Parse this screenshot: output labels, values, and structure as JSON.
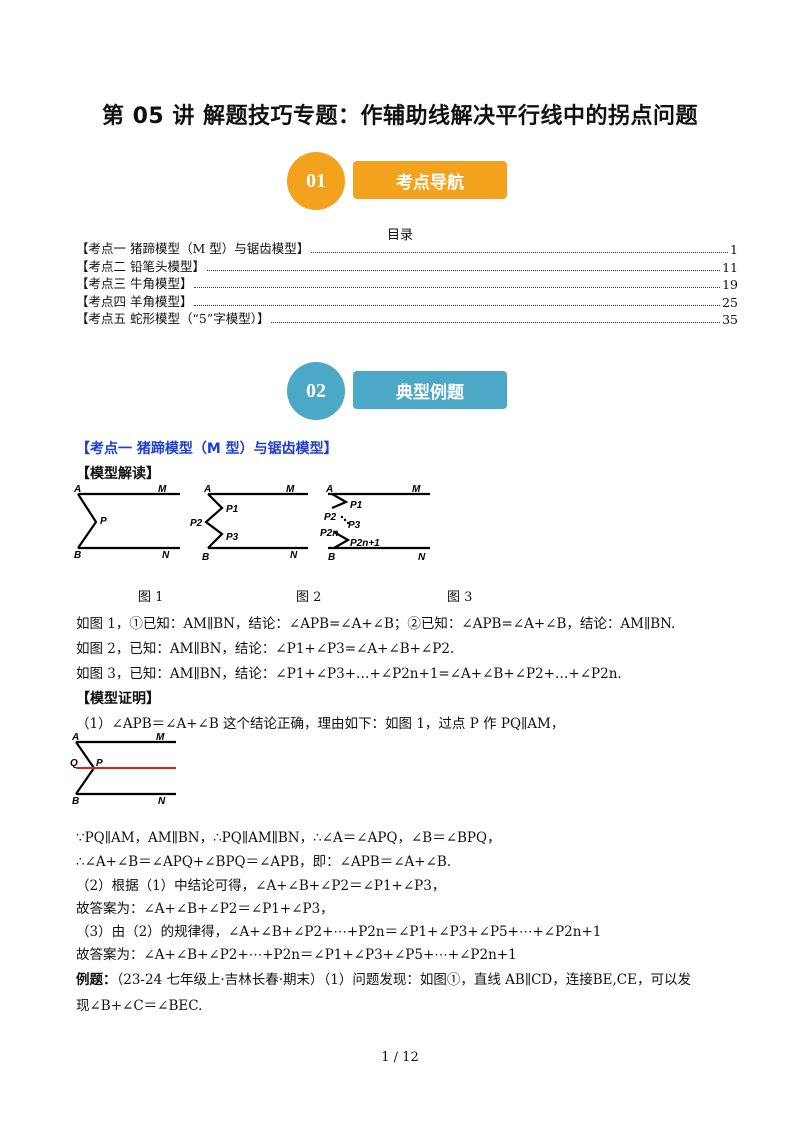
{
  "title": "第 05 讲  解题技巧专题：作辅助线解决平行线中的拐点问题",
  "banner1": {
    "num": "01",
    "label": "考点导航",
    "circle_color": "#f2a21d",
    "tab_color": "#f2a21d"
  },
  "banner2": {
    "num": "02",
    "label": "典型例题",
    "circle_color": "#4ba8c6",
    "tab_color": "#4ba8c6"
  },
  "toc": {
    "heading": "目录",
    "items": [
      {
        "text": "【考点一  猪蹄模型（M 型）与锯齿模型】",
        "page": "1"
      },
      {
        "text": "【考点二  铅笔头模型】",
        "page": "11"
      },
      {
        "text": "【考点三  牛角模型】",
        "page": "19"
      },
      {
        "text": "【考点四  羊角模型】",
        "page": "25"
      },
      {
        "text": "【考点五  蛇形模型（“5”字模型）】",
        "page": "35"
      }
    ]
  },
  "section1": {
    "title": "【考点一  猪蹄模型（M 型）与锯齿模型】",
    "interpret_label": "【模型解读】",
    "fig_captions": [
      "图 1",
      "图 2",
      "图 3"
    ],
    "fig_labels": {
      "A": "A",
      "M": "M",
      "B": "B",
      "N": "N",
      "P": "P",
      "Q": "Q",
      "P1": "P1",
      "P2": "P2",
      "P3": "P3",
      "P2n": "P2n",
      "P2n1": "P2n+1"
    },
    "line1": "如图 1，①已知：AM∥BN，结论：∠APB=∠A+∠B；②已知：∠APB=∠A+∠B，结论：AM∥BN.",
    "line2": "如图 2，已知：AM∥BN，结论：∠P1+∠P3=∠A+∠B+∠P2.",
    "line3": "如图 3，已知：AM∥BN，结论：∠P1+∠P3+…+∠P2n+1=∠A+∠B+∠P2+…+∠P2n.",
    "proof_label": "【模型证明】",
    "proof1": "（1）∠APB＝∠A+∠B 这个结论正确，理由如下：如图 1，过点 P 作 PQ∥AM，",
    "proof2": "∵PQ∥AM，AM∥BN，∴PQ∥AM∥BN，∴∠A＝∠APQ，∠B＝∠BPQ，",
    "proof3": "∴∠A+∠B＝∠APQ+∠BPQ＝∠APB，即：∠APB＝∠A+∠B.",
    "proof4": "（2）根据（1）中结论可得，∠A+∠B+∠P2＝∠P1+∠P3，",
    "proof5": "故答案为：∠A+∠B+∠P2＝∠P1+∠P3，",
    "proof6": "（3）由（2）的规律得，∠A+∠B+∠P2+⋯+P2n＝∠P1+∠P3+∠P5+⋯+∠P2n+1",
    "proof7": "故答案为：∠A+∠B+∠P2+⋯+P2n＝∠P1+∠P3+∠P5+⋯+∠P2n+1",
    "example_label": "例题：",
    "example1": "（23-24 七年级上·吉林长春·期末）（1）问题发现：如图①，直线 AB∥CD，连接BE,CE，可以发",
    "example2": "现∠B+∠C＝∠BEC."
  },
  "footer": "1  /  12"
}
